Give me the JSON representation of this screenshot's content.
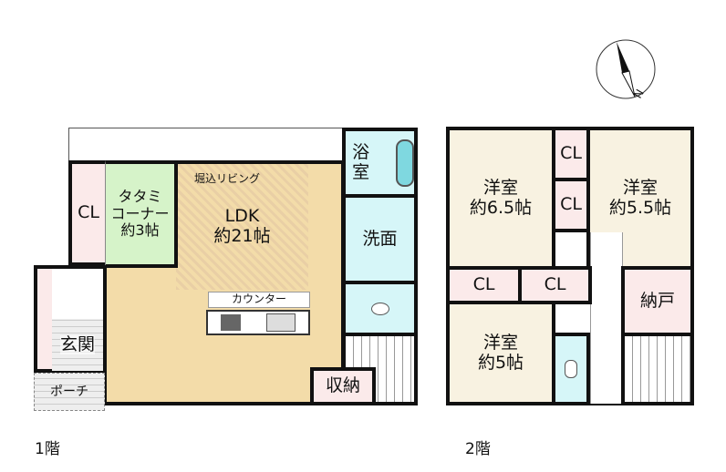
{
  "floor1": {
    "label": "1階",
    "rooms": {
      "cl": "CL",
      "tatami": "タタミ\nコーナー\n約3帖",
      "tatami_l1": "タタミ",
      "tatami_l2": "コーナー",
      "tatami_l3": "約3帖",
      "horikomi": "堀込リビング",
      "ldk": "LDK",
      "ldk_size": "約21帖",
      "counter": "カウンター",
      "bath": "浴室",
      "wash": "洗面",
      "entrance": "玄関",
      "porch": "ポーチ",
      "storage": "収納"
    }
  },
  "floor2": {
    "label": "2階",
    "rooms": {
      "western1": "洋室",
      "western1_size": "約6.5帖",
      "western2": "洋室",
      "western2_size": "約5.5帖",
      "western3": "洋室",
      "western3_size": "約5帖",
      "cl": "CL",
      "closet": "納戸"
    }
  },
  "compass": {
    "north": "N"
  },
  "colors": {
    "ldk": "#f3dca9",
    "tatami": "#d6f3c9",
    "closet": "#fbeaea",
    "wet": "#d6f6f8",
    "room": "#f8f2e1"
  }
}
